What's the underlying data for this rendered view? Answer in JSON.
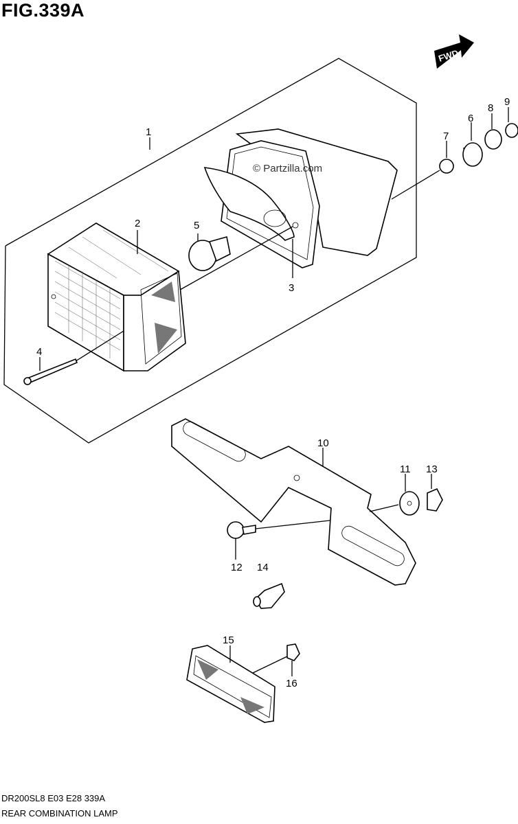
{
  "figure": {
    "title": "FIG.339A",
    "code": "DR200SL8  E03  E28  339A",
    "name": "REAR COMBINATION LAMP",
    "watermark": "© Partzilla.com",
    "direction_label": "FWD"
  },
  "callouts": [
    {
      "id": "1",
      "label": "1"
    },
    {
      "id": "2",
      "label": "2"
    },
    {
      "id": "3",
      "label": "3"
    },
    {
      "id": "4",
      "label": "4"
    },
    {
      "id": "5",
      "label": "5"
    },
    {
      "id": "6",
      "label": "6"
    },
    {
      "id": "7",
      "label": "7"
    },
    {
      "id": "8",
      "label": "8"
    },
    {
      "id": "9",
      "label": "9"
    },
    {
      "id": "10",
      "label": "10"
    },
    {
      "id": "11",
      "label": "11"
    },
    {
      "id": "12",
      "label": "12"
    },
    {
      "id": "13",
      "label": "13"
    },
    {
      "id": "14",
      "label": "14"
    },
    {
      "id": "15",
      "label": "15"
    },
    {
      "id": "16",
      "label": "16"
    }
  ]
}
